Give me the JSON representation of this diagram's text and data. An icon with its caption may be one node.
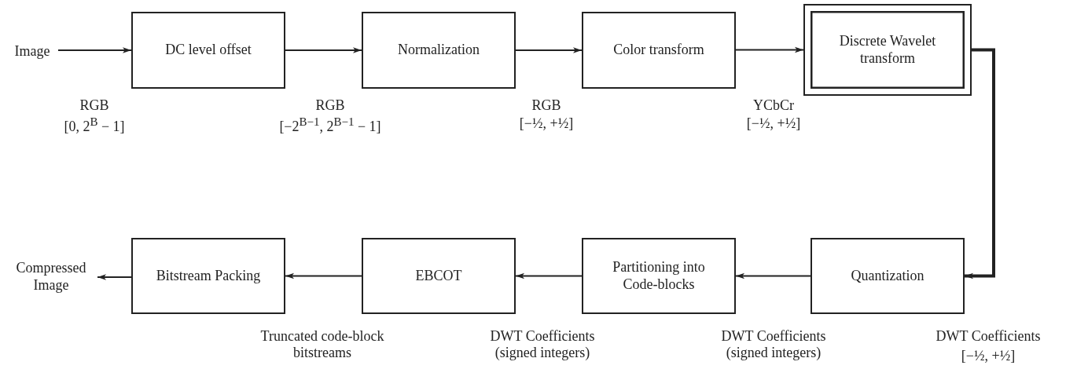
{
  "diagram": {
    "nodes": [
      {
        "text": [
          "Image"
        ]
      },
      {
        "text": [
          "DC level offset"
        ]
      },
      {
        "text": [
          "Normalization"
        ]
      },
      {
        "text": [
          "Color transform"
        ]
      },
      {
        "text": [
          "Discrete Wavelet transform"
        ]
      },
      {
        "text": [
          "Quantization"
        ]
      },
      {
        "text": [
          "Partitioning into Code-blocks"
        ]
      },
      {
        "text": [
          "EBCOT"
        ]
      },
      {
        "text": [
          "Bitstream Packing"
        ]
      },
      {
        "text": [
          "Compressed Image"
        ]
      }
    ],
    "edges": [
      {
        "from": 0,
        "to": 1,
        "arrow": "to"
      },
      {
        "from": 1,
        "to": 2,
        "arrow": "to"
      },
      {
        "from": 2,
        "to": 3,
        "arrow": "to"
      },
      {
        "from": 3,
        "to": 4,
        "arrow": "to"
      },
      {
        "from": 4,
        "to": 5,
        "arrow": "to",
        "style": "thick"
      },
      {
        "from": 5,
        "to": 6,
        "arrow": "to"
      },
      {
        "from": 6,
        "to": 7,
        "arrow": "to"
      },
      {
        "from": 7,
        "to": 8,
        "arrow": "to"
      },
      {
        "from": 8,
        "to": 9,
        "arrow": "to"
      }
    ],
    "labels": [
      "RGB",
      "[0, 2$^{B}$ − 1]",
      "RGB",
      "[−2$^{B−1}$, 2$^{B−1}$ − 1]",
      "RGB",
      "[−½, +½]",
      "YCbCr",
      "[−½, +½]",
      "Truncated code-block bitstreams",
      "DWT Coefficients (signed integers)",
      "DWT Coefficients (signed integers)",
      "DWT Coefficients",
      "[−½, +½]"
    ]
  }
}
